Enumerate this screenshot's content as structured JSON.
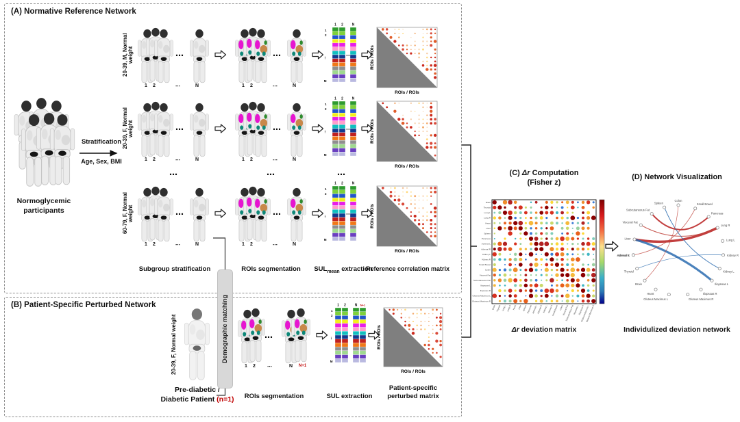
{
  "labels": {
    "rois_axis": "ROIs / ROIs"
  },
  "nums": {
    "n1": "1",
    "n2": "2",
    "dots": "⋯",
    "nN": "N",
    "nN1": "N+1"
  },
  "sul": {
    "colors": [
      "#2e9b2e",
      "#7fd13b",
      "#2255cc",
      "#f2ef1d",
      "#e81ee8",
      "#ff9ecb",
      "#11bfbf",
      "#123a8f",
      "#c02020",
      "#f07818",
      "#8f8f8f",
      "#9fd98f",
      "#6a3fc0",
      "#b9b9e0"
    ],
    "colsA": [
      "1",
      "2",
      "N"
    ],
    "colsB": [
      "1",
      "2",
      "N",
      "N+1"
    ],
    "row1": "1",
    "row2": "2",
    "row_dots": "⋮",
    "rowM": "M",
    "dots": "⋯"
  },
  "mat": {
    "strong": [
      "#cc2a1e",
      "#e05c2a",
      "#d94a3a"
    ],
    "weak": [
      "#f6c9a0",
      "#f3a96c",
      "#f8d9b8",
      "#ffd97f"
    ]
  },
  "heat": {
    "warm": [
      "#8b0000",
      "#b22222",
      "#d7301f",
      "#e8601c",
      "#f08c2a",
      "#f6b93b"
    ],
    "mid": [
      "#fdd835",
      "#c9d96a",
      "#9ad0a0"
    ],
    "cool": [
      "#41b6c4",
      "#3a7bd5",
      "#7fcdbb"
    ]
  },
  "organs": [
    "Brain",
    "Thyroid",
    "Lung L",
    "Lung R",
    "Heart",
    "Liver",
    "Spleen",
    "Pancreas",
    "Adrenal L",
    "Adrenal R",
    "Kidney L",
    "Kidney R",
    "Small Bowel",
    "Colon",
    "Visceral Fat",
    "Subcutaneous Fat",
    "Iliopsoas L",
    "Iliopsoas R",
    "Gluteus Maximus L",
    "Gluteus Maximus R"
  ],
  "panelA": {
    "title": "(A) Normative Reference Network",
    "participants_1": "Normoglycemic",
    "participants_2": "participants",
    "stratification": "Stratification",
    "criteria": "Age, Sex, BMI",
    "subgroups": [
      {
        "label": "20-39, M, Normal weight"
      },
      {
        "label": "20-39, F, Normal weight"
      },
      {
        "label": "60-79, F, Normal weight"
      }
    ],
    "col1": "Subgroup stratification",
    "col2": "ROIs segmentation",
    "col3_main": "SUL",
    "col3_sub": "mean",
    "col3_rest": " extraction",
    "col4": "Reference correlation matrix"
  },
  "panelB": {
    "title": "(B) Patient-Specific Perturbed Network",
    "subgroup": "20-39, F, Normal weight",
    "patient_1": "Pre-diabetic /",
    "patient_2a": "Diabetic Patient ",
    "patient_2b": "(n=1)",
    "matching": "Demographic matching",
    "col1": "ROIs segmentation",
    "col2": "SUL extraction",
    "col3a": "Patient-specific",
    "col3b": "perturbed matrix"
  },
  "panelC": {
    "title_prefix": "(C) ",
    "title_dr": "Δr",
    "title_rest": " Computation",
    "title_line2": "(Fisher z)",
    "caption_dr": "Δr",
    "caption_rest": " deviation matrix"
  },
  "panelD": {
    "title": "(D) Network Visualization",
    "caption": "Individulized deviation network",
    "nodes": [
      {
        "name": "Colon",
        "angle": 90
      },
      {
        "name": "Small Bowel",
        "angle": 68
      },
      {
        "name": "Pancreas",
        "angle": 48
      },
      {
        "name": "Lung R",
        "angle": 30
      },
      {
        "name": "Lung L",
        "angle": 12
      },
      {
        "name": "Kidney R",
        "angle": -6
      },
      {
        "name": "Kidney L",
        "angle": -24
      },
      {
        "name": "Iliopsoas L",
        "angle": -42
      },
      {
        "name": "Iliopsoas R",
        "angle": -60
      },
      {
        "name": "Gluteus Maximus R",
        "angle": -78
      },
      {
        "name": "Gluteus Maximus L",
        "angle": -102
      },
      {
        "name": "Heart",
        "angle": -120
      },
      {
        "name": "Brain",
        "angle": -138
      },
      {
        "name": "Thyroid",
        "angle": -156
      },
      {
        "name": "Adrenal R",
        "angle": -174
      },
      {
        "name": "Adrenal L",
        "angle": 186
      },
      {
        "name": "Liver",
        "angle": 166
      },
      {
        "name": "Visceral Fat",
        "angle": 146
      },
      {
        "name": "Subcutaneous Fat",
        "angle": 126
      },
      {
        "name": "Spleen",
        "angle": 108
      }
    ],
    "edges": [
      {
        "from": "Liver",
        "to": "Lung R",
        "color": "#b71c1c",
        "width": 3.5
      },
      {
        "from": "Liver",
        "to": "Iliopsoas L",
        "color": "#2b6cb0",
        "width": 3.2
      },
      {
        "from": "Subcutaneous Fat",
        "to": "Pancreas",
        "color": "#b71c1c",
        "width": 2.0
      },
      {
        "from": "Visceral Fat",
        "to": "Lung R",
        "color": "#c0443c",
        "width": 1.1
      },
      {
        "from": "Spleen",
        "to": "Kidney L",
        "color": "#2b6cb0",
        "width": 1.0
      },
      {
        "from": "Adrenal L",
        "to": "Small Bowel",
        "color": "#c0443c",
        "width": 0.8
      },
      {
        "from": "Thyroid",
        "to": "Kidney R",
        "color": "#2b6cb0",
        "width": 0.7
      },
      {
        "from": "Brain",
        "to": "Colon",
        "color": "#c0443c",
        "width": 0.7
      }
    ]
  }
}
